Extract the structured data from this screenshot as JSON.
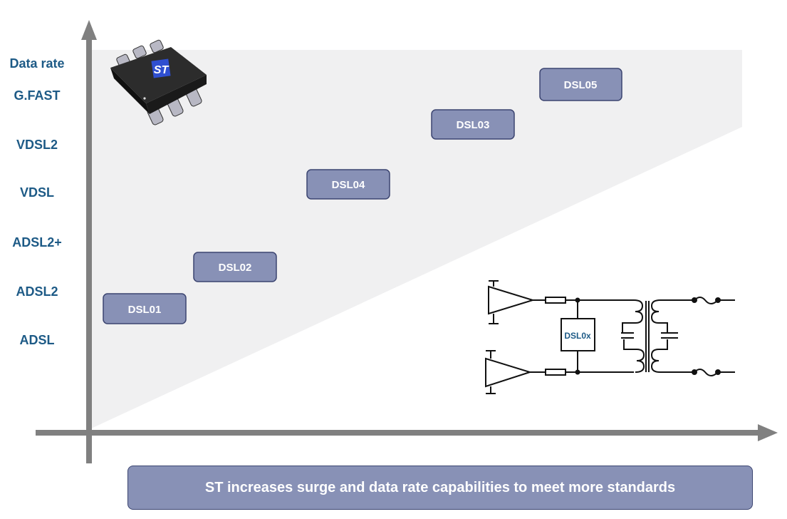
{
  "y_axis": {
    "title": "Data rate",
    "levels": [
      "G.FAST",
      "VDSL2",
      "VDSL",
      "ADSL2+",
      "ADSL2",
      "ADSL"
    ]
  },
  "products": [
    {
      "label": "DSL01",
      "level": "ADSL2"
    },
    {
      "label": "DSL02",
      "level": "ADSL2+"
    },
    {
      "label": "DSL04",
      "level": "VDSL"
    },
    {
      "label": "DSL03",
      "level": "VDSL2"
    },
    {
      "label": "DSL05",
      "level": "G.FAST"
    }
  ],
  "circuit": {
    "device_label": "DSL0x"
  },
  "chip": {
    "logo_text": "ST"
  },
  "banner": "ST increases surge and data rate capabilities to meet more standards",
  "colors": {
    "box": "#8891b6",
    "box_border": "#3b4470",
    "label": "#1d5a86",
    "axis": "#808080",
    "region": "#f0f0f1"
  }
}
